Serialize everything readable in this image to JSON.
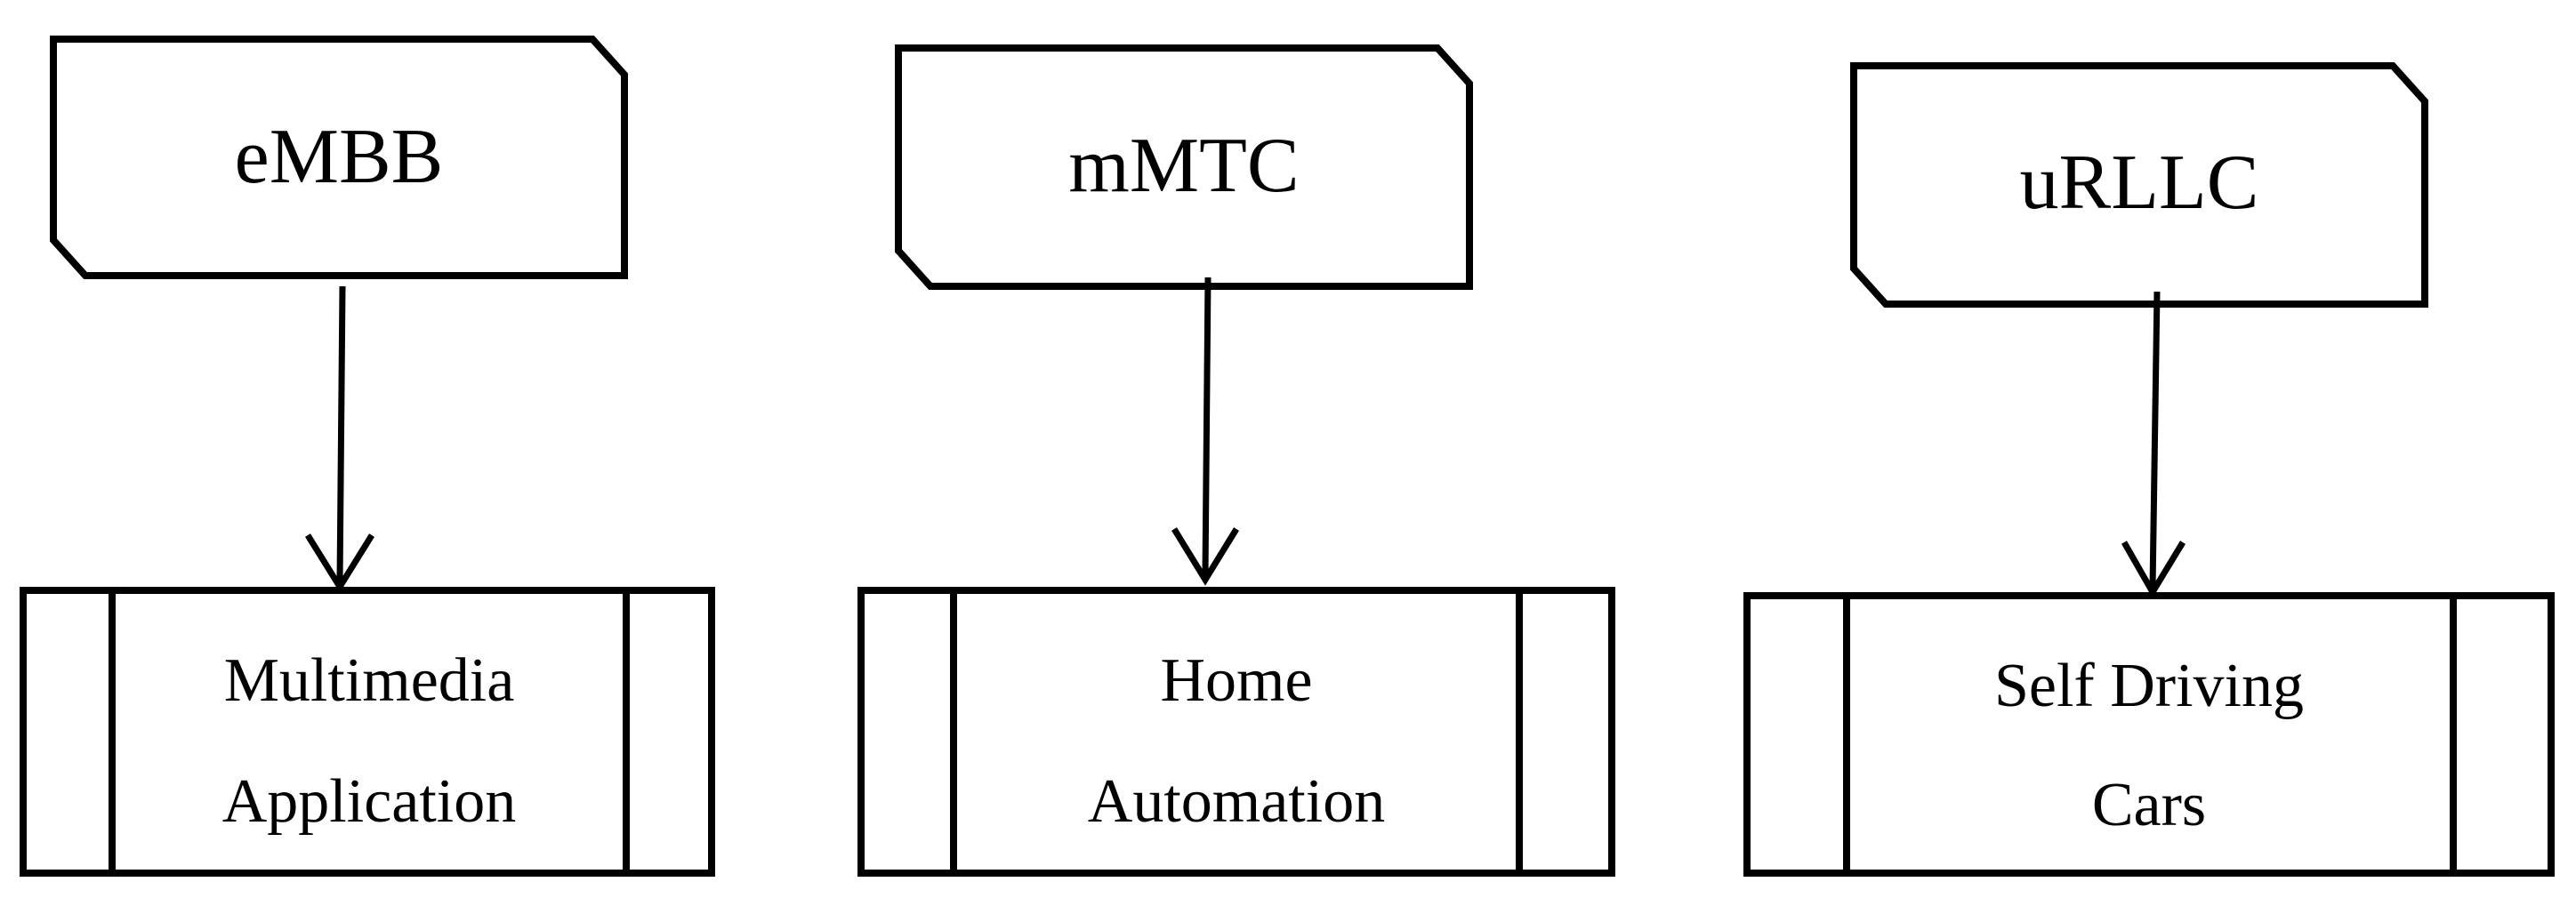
{
  "colors": {
    "stroke": "#000000",
    "fill": "#ffffff",
    "text": "#000000"
  },
  "columns": [
    {
      "category": "eMBB",
      "application": [
        "Multimedia",
        "Application"
      ]
    },
    {
      "category": "mMTC",
      "application": [
        "Home",
        "Automation"
      ]
    },
    {
      "category": "uRLLC",
      "application": [
        "Self Driving",
        "Cars"
      ]
    }
  ]
}
